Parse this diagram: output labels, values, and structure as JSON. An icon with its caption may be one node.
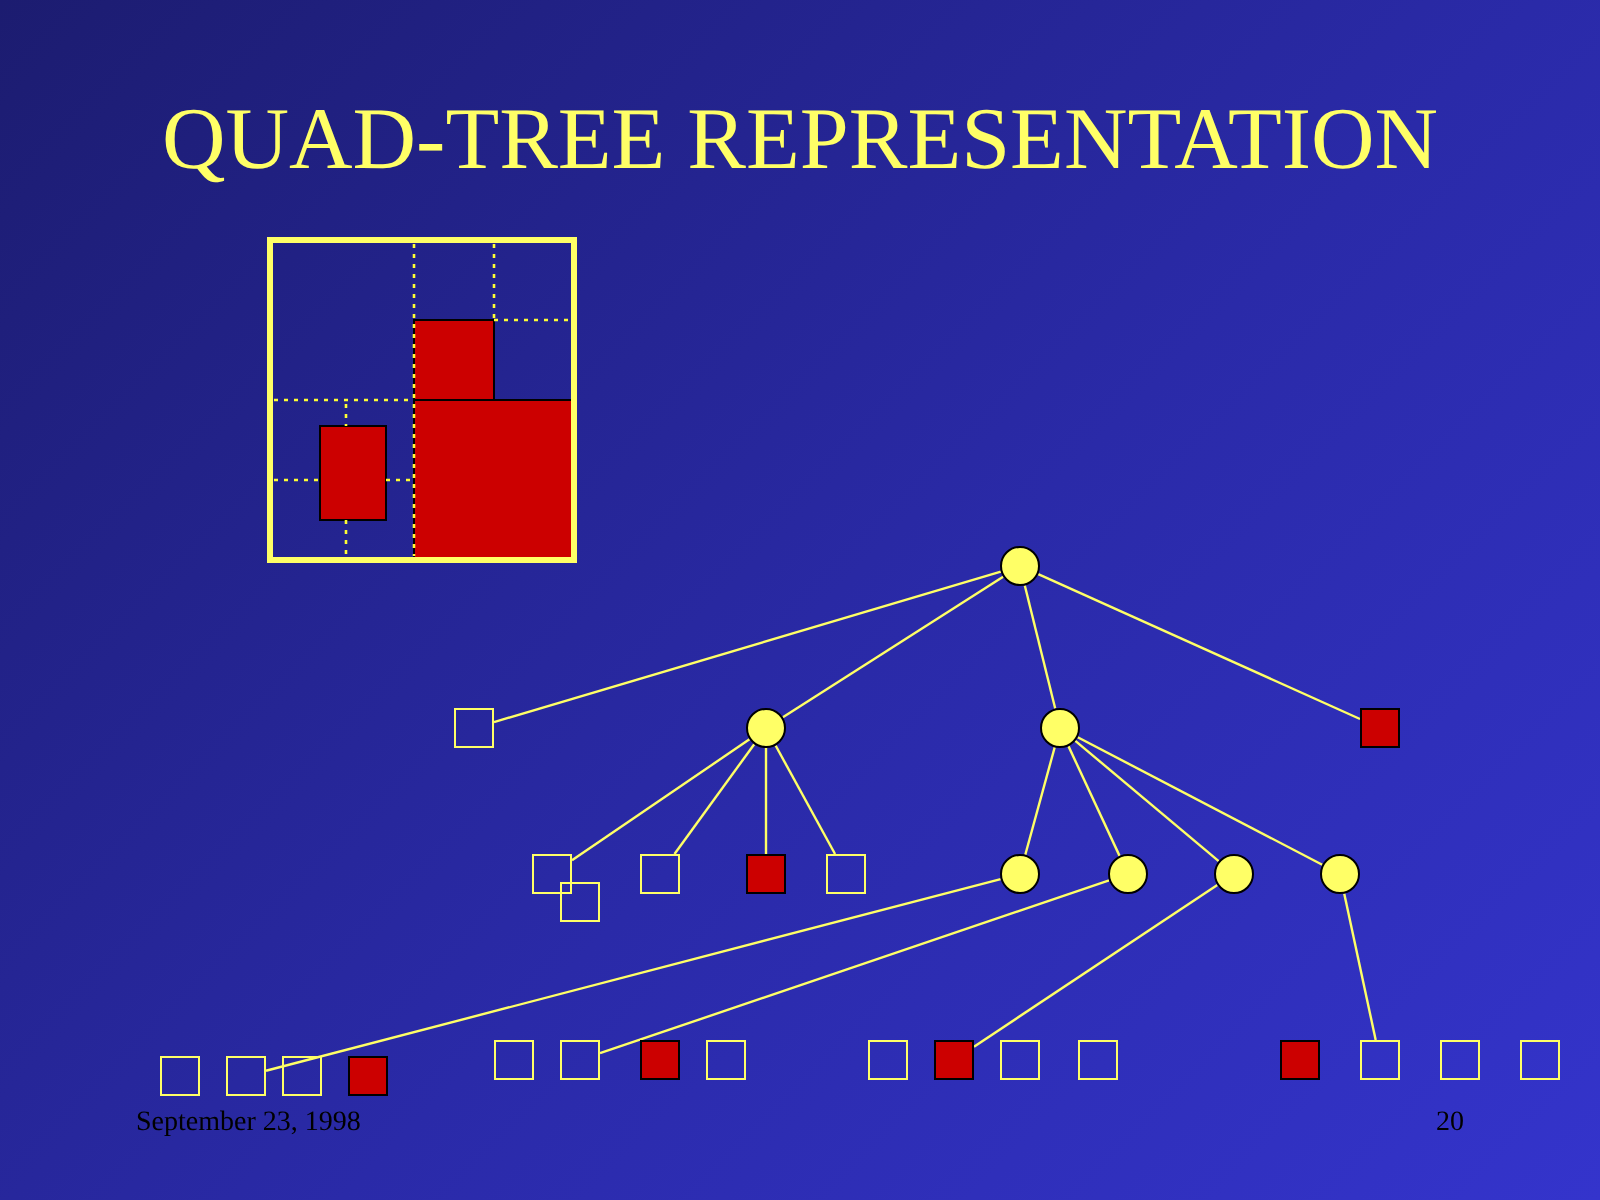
{
  "diagram": {
    "title": "QUAD-TREE REPRESENTATION",
    "nodes": [
      {
        "text": [],
        "shape": "circle"
      },
      {
        "text": [],
        "shape": "box"
      },
      {
        "text": [],
        "shape": "circle"
      },
      {
        "text": [],
        "shape": "circle"
      },
      {
        "text": [],
        "shape": "box"
      },
      {
        "text": [],
        "shape": "box"
      },
      {
        "text": [],
        "shape": "box"
      },
      {
        "text": [],
        "shape": "box"
      },
      {
        "text": [],
        "shape": "box"
      },
      {
        "text": [],
        "shape": "box"
      },
      {
        "text": [],
        "shape": "circle"
      },
      {
        "text": [],
        "shape": "circle"
      },
      {
        "text": [],
        "shape": "circle"
      },
      {
        "text": [],
        "shape": "circle"
      },
      {
        "text": [],
        "shape": "box"
      },
      {
        "text": [],
        "shape": "box"
      },
      {
        "text": [],
        "shape": "box"
      },
      {
        "text": [],
        "shape": "box"
      },
      {
        "text": [],
        "shape": "box"
      },
      {
        "text": [],
        "shape": "box"
      },
      {
        "text": [],
        "shape": "box"
      },
      {
        "text": [],
        "shape": "box"
      },
      {
        "text": [],
        "shape": "box"
      },
      {
        "text": [],
        "shape": "box"
      },
      {
        "text": [],
        "shape": "box"
      },
      {
        "text": [],
        "shape": "box"
      },
      {
        "text": [],
        "shape": "box"
      },
      {
        "text": [],
        "shape": "box"
      },
      {
        "text": [],
        "shape": "box"
      },
      {
        "text": [],
        "shape": "box"
      }
    ],
    "edges": [
      {
        "from": 0,
        "to": 1,
        "arrow": "none"
      },
      {
        "from": 0,
        "to": 2,
        "arrow": "none"
      },
      {
        "from": 0,
        "to": 3,
        "arrow": "none"
      },
      {
        "from": 0,
        "to": 4,
        "arrow": "none"
      },
      {
        "from": 2,
        "to": 5,
        "arrow": "none"
      },
      {
        "from": 2,
        "to": 7,
        "arrow": "none"
      },
      {
        "from": 2,
        "to": 8,
        "arrow": "none"
      },
      {
        "from": 2,
        "to": 9,
        "arrow": "none"
      },
      {
        "from": 3,
        "to": 10,
        "arrow": "none"
      },
      {
        "from": 3,
        "to": 11,
        "arrow": "none"
      },
      {
        "from": 3,
        "to": 12,
        "arrow": "none"
      },
      {
        "from": 3,
        "to": 13,
        "arrow": "none"
      },
      {
        "from": 10,
        "to": 15,
        "arrow": "none"
      },
      {
        "from": 11,
        "to": 19,
        "arrow": "none"
      },
      {
        "from": 12,
        "to": 23,
        "arrow": "none"
      },
      {
        "from": 13,
        "to": 27,
        "arrow": "none"
      }
    ],
    "labels": [
      "September 23, 1998",
      "20"
    ]
  }
}
